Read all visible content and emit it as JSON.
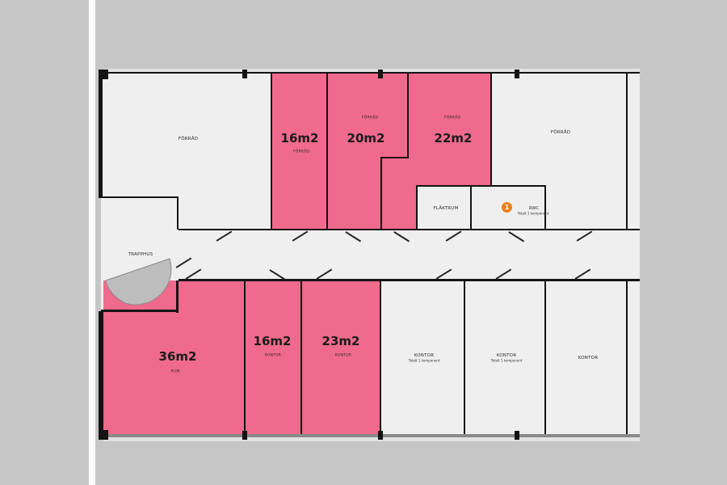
{
  "rooms": {
    "store_left": {
      "label": "FÖRRÅD"
    },
    "pink_16_top": {
      "area": "16m2",
      "label": "FÖRRÅD"
    },
    "pink_20_top": {
      "area": "20m2",
      "label": "FÖRRÅD"
    },
    "pink_22_top": {
      "area": "22m2",
      "label": "FÖRRÅD"
    },
    "store_right": {
      "label": "FÖRRÅD"
    },
    "fan_room": {
      "label": "FLÄKTRUM"
    },
    "wc": {
      "label": "RWC",
      "sub": "Totalt 1 komponent"
    },
    "stairwell": {
      "label": "TRAPPHUS"
    },
    "pink_36_bottom": {
      "area": "36m2",
      "label": "RUM"
    },
    "pink_16_bottom": {
      "area": "16m2",
      "label": "KONTOR"
    },
    "pink_23_bottom": {
      "area": "23m2",
      "label": "KONTOR"
    },
    "office_1": {
      "label": "KONTOR",
      "sub": "Totalt 1 komponent"
    },
    "office_2": {
      "label": "KONTOR",
      "sub": "Totalt 1 komponent"
    },
    "office_3": {
      "label": "KONTOR"
    }
  },
  "marker": {
    "value": "1"
  },
  "colors": {
    "available": "#ef6a8c",
    "room": "#efefef",
    "wall": "#141414",
    "surround": "#c6c6c6",
    "marker": "#e8801a"
  }
}
